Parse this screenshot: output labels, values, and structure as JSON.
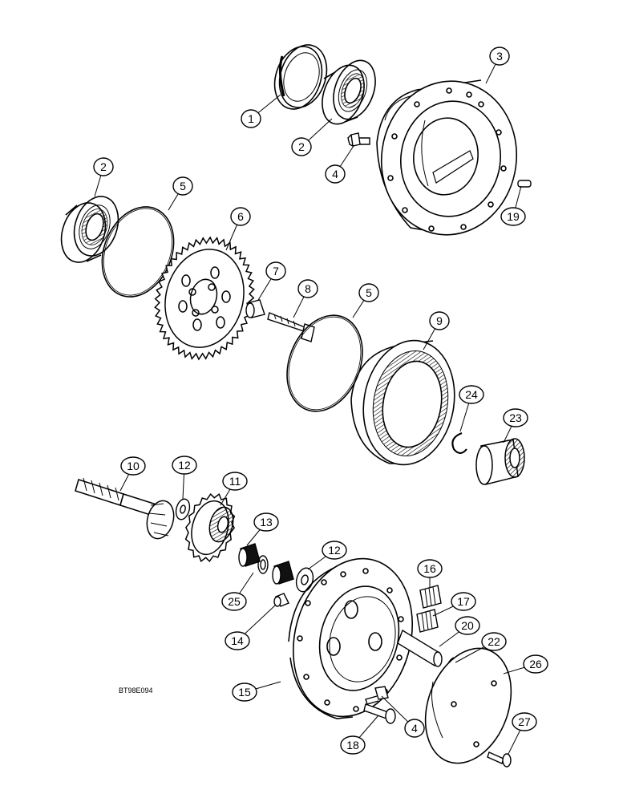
{
  "diagram": {
    "figure_code": "BT98E094",
    "callouts": [
      {
        "id": "c1",
        "label": "1"
      },
      {
        "id": "c2a",
        "label": "2"
      },
      {
        "id": "c2b",
        "label": "2"
      },
      {
        "id": "c3",
        "label": "3"
      },
      {
        "id": "c4a",
        "label": "4"
      },
      {
        "id": "c4b",
        "label": "4"
      },
      {
        "id": "c5a",
        "label": "5"
      },
      {
        "id": "c5b",
        "label": "5"
      },
      {
        "id": "c6",
        "label": "6"
      },
      {
        "id": "c7",
        "label": "7"
      },
      {
        "id": "c8",
        "label": "8"
      },
      {
        "id": "c9",
        "label": "9"
      },
      {
        "id": "c10",
        "label": "10"
      },
      {
        "id": "c11",
        "label": "11"
      },
      {
        "id": "c12a",
        "label": "12"
      },
      {
        "id": "c12b",
        "label": "12"
      },
      {
        "id": "c13",
        "label": "13"
      },
      {
        "id": "c14",
        "label": "14"
      },
      {
        "id": "c15",
        "label": "15"
      },
      {
        "id": "c16",
        "label": "16"
      },
      {
        "id": "c17",
        "label": "17"
      },
      {
        "id": "c18",
        "label": "18"
      },
      {
        "id": "c19",
        "label": "19"
      },
      {
        "id": "c20",
        "label": "20"
      },
      {
        "id": "c22",
        "label": "22"
      },
      {
        "id": "c23",
        "label": "23"
      },
      {
        "id": "c24",
        "label": "24"
      },
      {
        "id": "c25",
        "label": "25"
      },
      {
        "id": "c26",
        "label": "26"
      },
      {
        "id": "c27",
        "label": "27"
      }
    ]
  }
}
